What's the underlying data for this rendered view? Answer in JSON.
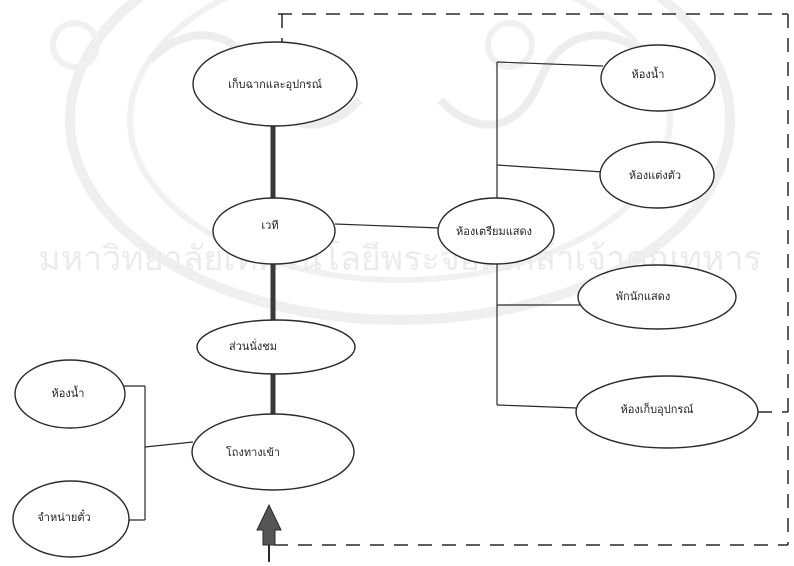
{
  "diagram": {
    "nodes": {
      "equipment_storage_top": "เก็บฉากและอุปกรณ์",
      "stage": "เวที",
      "backstage_prep": "ห้องเตรียมแสดง",
      "toilet_right": "ห้องน้ำ",
      "dressing_room": "ห้องแต่งตัว",
      "performer_rest": "พักนักแสดง",
      "equipment_room": "ห้องเก็บอุปกรณ์",
      "audience_seating": "ส่วนนั่งชม",
      "lobby": "โถงทางเข้า",
      "toilet_left": "ห้องน้ำ",
      "ticket_sales": "จำหน่ายตั๋ว"
    }
  },
  "watermark": {
    "text": "มหาวิทยาลัยเทคโนโลยีพระจอมเกล้าเจ้าคุณทหาร"
  },
  "colors": {
    "line": "#2a2a2a",
    "thick_line": "#3a3a3a",
    "watermark": "#d9d9d9"
  }
}
